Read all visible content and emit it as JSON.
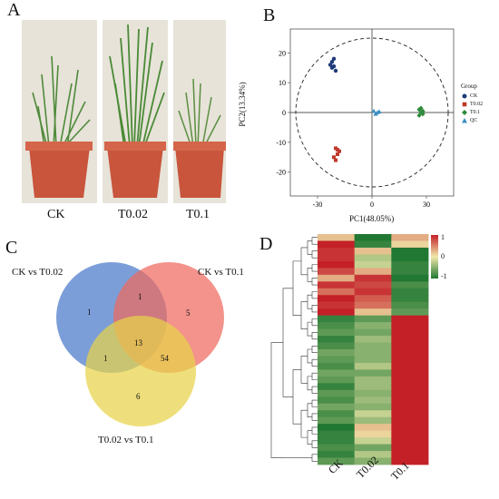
{
  "figure": {
    "panels": {
      "a": {
        "label": "A",
        "groups": [
          "CK",
          "T0.02",
          "T0.1"
        ]
      },
      "b": {
        "label": "B",
        "xlabel": "PC1(48.05%)",
        "ylabel": "PC2(13.34%)",
        "xticks": [
          "-30",
          "0",
          "30"
        ],
        "yticks": [
          "20",
          "10",
          "0",
          "-10",
          "-20"
        ],
        "legend_title": "Group",
        "legend": [
          {
            "name": "CK",
            "color": "#1f3a78",
            "shape": "circle"
          },
          {
            "name": "T0.02",
            "color": "#c0392b",
            "shape": "square"
          },
          {
            "name": "T0.1",
            "color": "#2e8b3a",
            "shape": "diamond"
          },
          {
            "name": "QC",
            "color": "#3a8fc2",
            "shape": "triangle"
          }
        ]
      },
      "c": {
        "label": "C",
        "sets": [
          "CK vs T0.02",
          "CK vs T0.1",
          "T0.02 vs T0.1"
        ],
        "regions": {
          "only_a": "1",
          "only_b": "5",
          "only_c": "6",
          "ab": "1",
          "ac": "1",
          "bc": "54",
          "abc": "13"
        },
        "colors": {
          "a": "#4a78c9",
          "b": "#ee6a5e",
          "c": "#e8d24a"
        }
      },
      "d": {
        "label": "D",
        "columns": [
          "CK",
          "T0.02",
          "T0.1"
        ],
        "legend_ticks": [
          "1",
          "0",
          "-1"
        ]
      }
    }
  },
  "chart_data": [
    {
      "type": "scatter",
      "panel": "B",
      "xlabel": "PC1(48.05%)",
      "ylabel": "PC2(13.34%)",
      "xlim": [
        -45,
        45
      ],
      "ylim": [
        -28,
        28
      ],
      "series": [
        {
          "name": "CK",
          "points": [
            [
              -22,
              15
            ],
            [
              -21,
              18
            ],
            [
              -23,
              16
            ],
            [
              -20,
              14
            ],
            [
              -22,
              17
            ],
            [
              -21,
              15.5
            ]
          ]
        },
        {
          "name": "T0.02",
          "points": [
            [
              -20,
              -12
            ],
            [
              -19,
              -14
            ],
            [
              -21,
              -15
            ],
            [
              -18,
              -13
            ],
            [
              -20,
              -16
            ],
            [
              -19,
              -12.5
            ]
          ]
        },
        {
          "name": "T0.1",
          "points": [
            [
              26,
              1
            ],
            [
              27,
              0
            ],
            [
              28,
              -0.5
            ],
            [
              27,
              1.5
            ],
            [
              26,
              -1
            ],
            [
              28,
              0.5
            ]
          ]
        },
        {
          "name": "QC",
          "points": [
            [
              1,
              0.5
            ],
            [
              3,
              0
            ],
            [
              2,
              -0.5
            ],
            [
              4,
              0.3
            ]
          ]
        }
      ]
    },
    {
      "type": "heatmap",
      "panel": "D",
      "columns": [
        "CK",
        "T0.02",
        "T0.1"
      ],
      "scale": [
        -1,
        1
      ],
      "rows": [
        [
          0.2,
          -1,
          0.3
        ],
        [
          1,
          -0.9,
          0.1
        ],
        [
          0.9,
          0.2,
          -1
        ],
        [
          0.9,
          -0.3,
          -1
        ],
        [
          1,
          -0.2,
          -0.9
        ],
        [
          0.8,
          0.3,
          -0.9
        ],
        [
          0.3,
          0.9,
          -1
        ],
        [
          0.9,
          0.8,
          -0.8
        ],
        [
          0.6,
          0.9,
          -0.9
        ],
        [
          1,
          0.7,
          -0.9
        ],
        [
          0.9,
          0.6,
          -0.8
        ],
        [
          1,
          0.2,
          -0.7
        ],
        [
          -0.9,
          -0.7,
          1
        ],
        [
          -0.8,
          -0.5,
          1
        ],
        [
          -0.7,
          -0.6,
          1
        ],
        [
          -0.9,
          -0.4,
          1
        ],
        [
          -0.8,
          -0.5,
          1
        ],
        [
          -0.6,
          -0.5,
          1
        ],
        [
          -0.7,
          -0.5,
          1
        ],
        [
          -0.8,
          -0.3,
          1
        ],
        [
          -0.6,
          -0.6,
          1
        ],
        [
          -0.7,
          -0.4,
          1
        ],
        [
          -0.9,
          -0.4,
          1
        ],
        [
          -0.7,
          -0.5,
          1
        ],
        [
          -0.8,
          -0.4,
          1
        ],
        [
          -0.6,
          -0.5,
          1
        ],
        [
          -0.8,
          -0.2,
          1
        ],
        [
          -0.7,
          -0.4,
          1
        ],
        [
          -1,
          0.2,
          1
        ],
        [
          -0.9,
          0.1,
          1
        ],
        [
          -0.9,
          -0.2,
          1
        ],
        [
          -0.8,
          -0.6,
          1
        ],
        [
          -0.9,
          -0.3,
          1
        ],
        [
          -0.7,
          -0.5,
          1
        ]
      ]
    }
  ]
}
